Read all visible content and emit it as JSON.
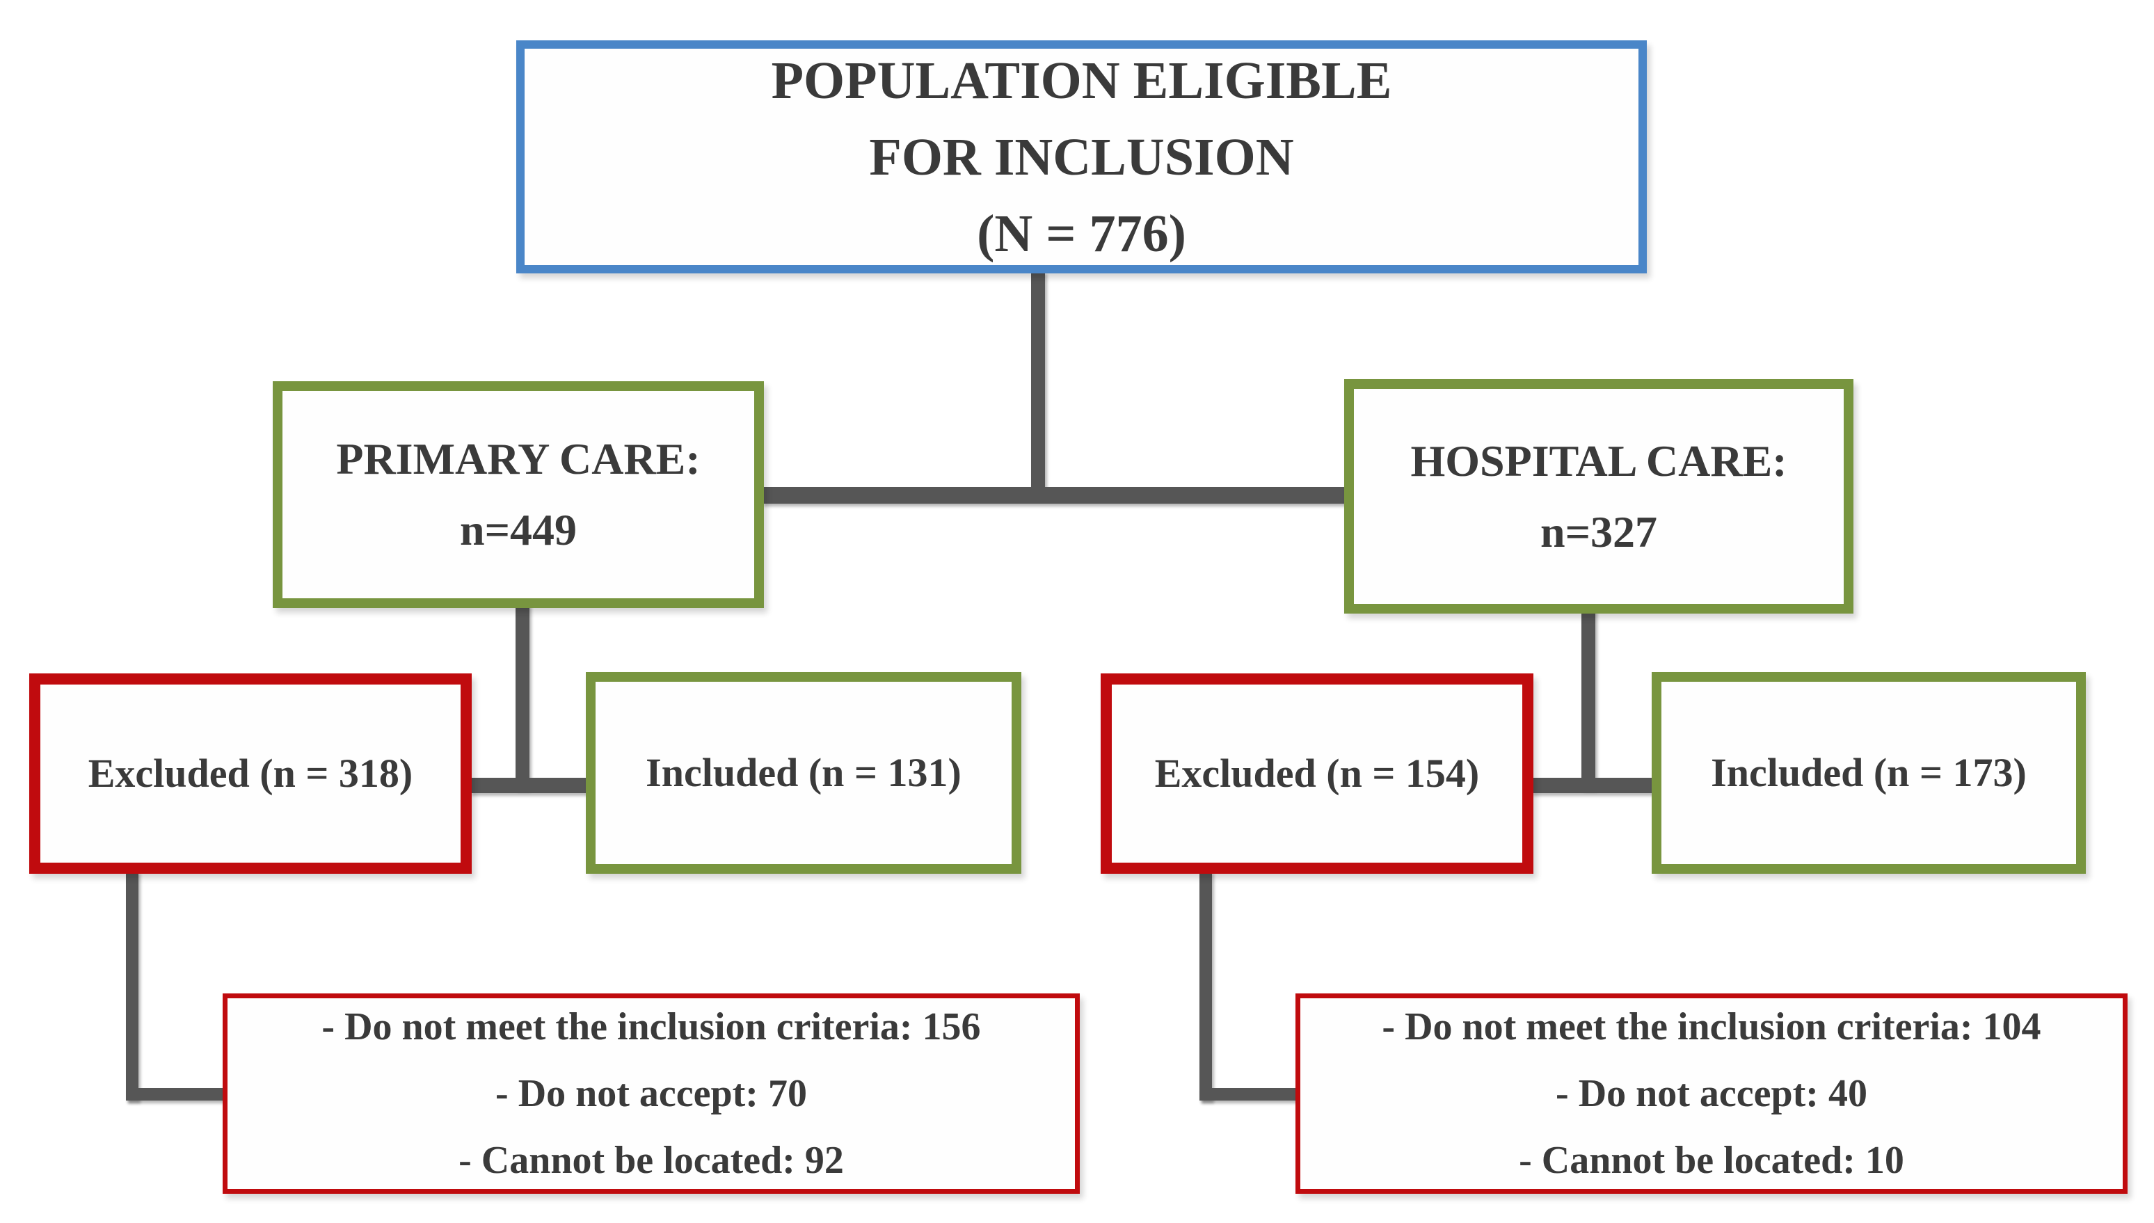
{
  "diagram": {
    "title_box": {
      "lines": [
        "POPULATION ELIGIBLE",
        "FOR INCLUSION",
        "(N = 776)"
      ]
    },
    "branches": [
      {
        "name": "primary-care",
        "title_lines": [
          "PRIMARY CARE:",
          "n=449"
        ],
        "excluded_label": "Excluded (n = 318)",
        "included_label": "Included (n = 131)",
        "reasons": [
          "- Do not meet the inclusion criteria: 156",
          "- Do not accept: 70",
          "- Cannot be located: 92"
        ]
      },
      {
        "name": "hospital-care",
        "title_lines": [
          "HOSPITAL CARE:",
          "n=327"
        ],
        "excluded_label": "Excluded (n = 154)",
        "included_label": "Included (n = 173)",
        "reasons": [
          "- Do not meet the inclusion criteria: 104",
          "- Do not accept: 40",
          "- Cannot be located: 10"
        ]
      }
    ],
    "colors": {
      "eligible_border": "#4a86c8",
      "care_border": "#78953f",
      "excluded_border": "#c00b0e",
      "connector": "#565656",
      "text": "#3a3a3a"
    }
  }
}
